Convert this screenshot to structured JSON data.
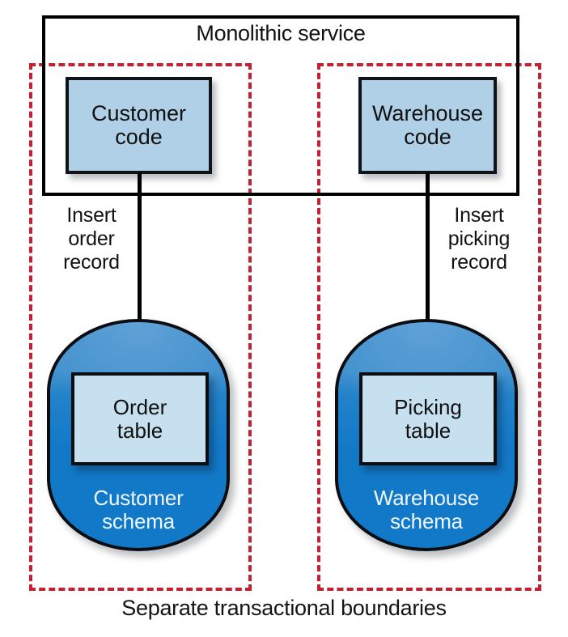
{
  "diagram": {
    "caption": "Separate transactional boundaries",
    "monolith": {
      "title": "Monolithic service"
    },
    "colors": {
      "code_box_fill": "#b0d0e7",
      "table_box_fill": "#c7e0ef",
      "database_fill_top": "#4392cf",
      "database_fill_bottom": "#1179c8",
      "boundary_dashed": "#bf2233",
      "outline": "#000000",
      "schema_label_text": "#eef6fb"
    },
    "boundaries": [
      {
        "name": "customer-transactional-boundary",
        "style": "dashed"
      },
      {
        "name": "warehouse-transactional-boundary",
        "style": "dashed"
      }
    ],
    "left": {
      "code_box": {
        "line1": "Customer",
        "line2": "code"
      },
      "arrow_label": {
        "line1": "Insert",
        "line2": "order",
        "line3": "record"
      },
      "table_box": {
        "line1": "Order",
        "line2": "table"
      },
      "schema": {
        "line1": "Customer",
        "line2": "schema"
      }
    },
    "right": {
      "code_box": {
        "line1": "Warehouse",
        "line2": "code"
      },
      "arrow_label": {
        "line1": "Insert",
        "line2": "picking",
        "line3": "record"
      },
      "table_box": {
        "line1": "Picking",
        "line2": "table"
      },
      "schema": {
        "line1": "Warehouse",
        "line2": "schema"
      }
    }
  }
}
